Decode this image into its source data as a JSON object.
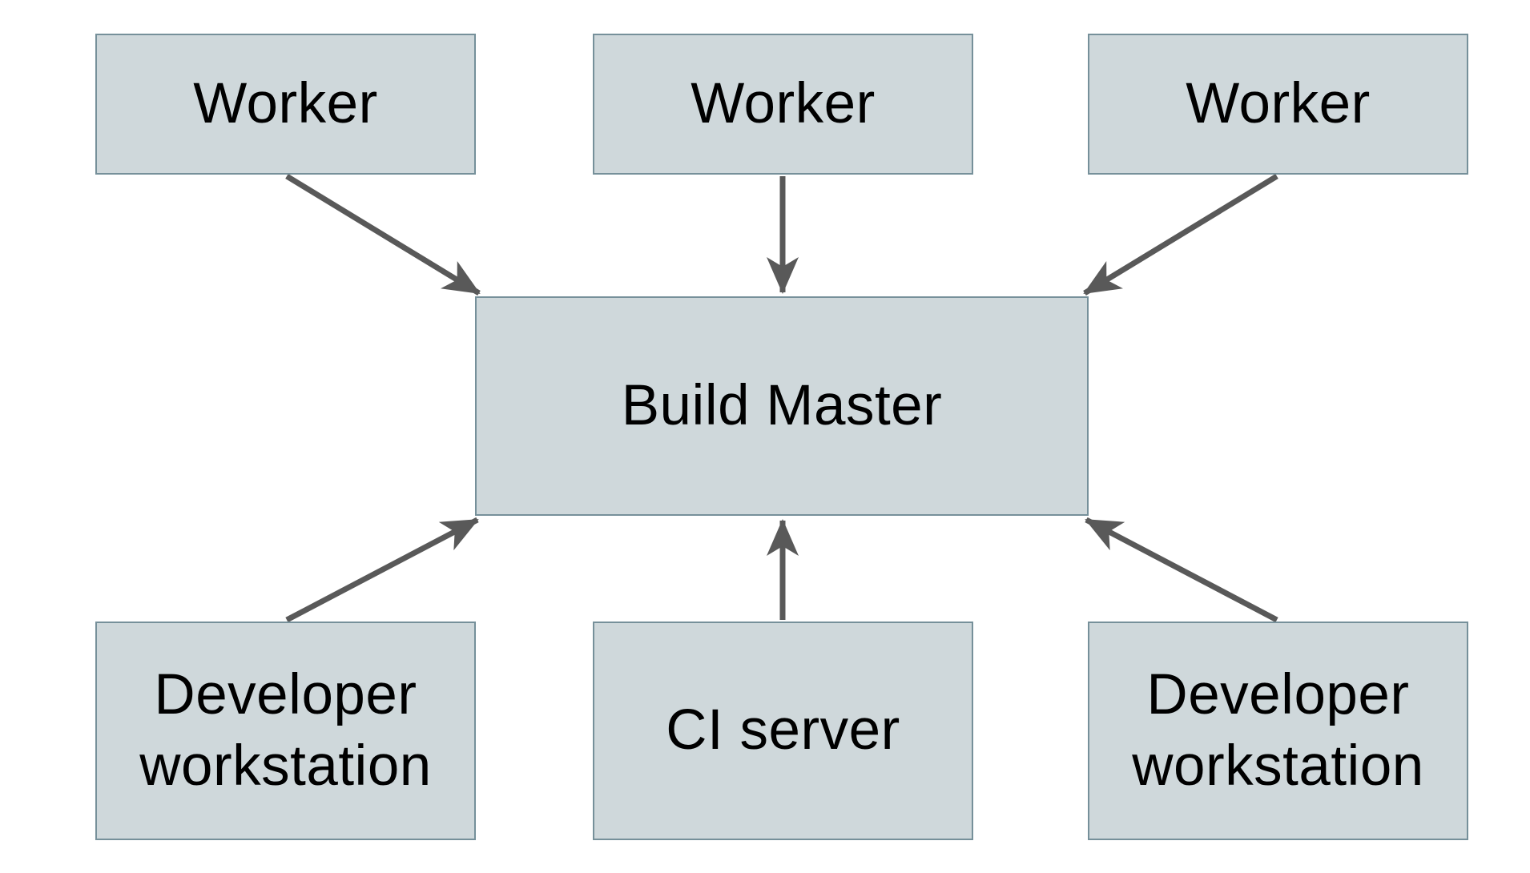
{
  "diagram": {
    "colors": {
      "node_fill": "#cfd8db",
      "node_border": "#76909a",
      "arrow": "#595959",
      "text": "#000000",
      "background": "#ffffff"
    },
    "nodes": [
      {
        "id": "worker-1",
        "label": "Worker"
      },
      {
        "id": "worker-2",
        "label": "Worker"
      },
      {
        "id": "worker-3",
        "label": "Worker"
      },
      {
        "id": "build-master",
        "label": "Build Master"
      },
      {
        "id": "developer-workstation-left",
        "label": "Developer workstation"
      },
      {
        "id": "ci-server",
        "label": "CI server"
      },
      {
        "id": "developer-workstation-right",
        "label": "Developer workstation"
      }
    ],
    "edges": [
      {
        "from": "worker-1",
        "to": "build-master"
      },
      {
        "from": "worker-2",
        "to": "build-master"
      },
      {
        "from": "worker-3",
        "to": "build-master"
      },
      {
        "from": "developer-workstation-left",
        "to": "build-master"
      },
      {
        "from": "ci-server",
        "to": "build-master"
      },
      {
        "from": "developer-workstation-right",
        "to": "build-master"
      }
    ]
  }
}
